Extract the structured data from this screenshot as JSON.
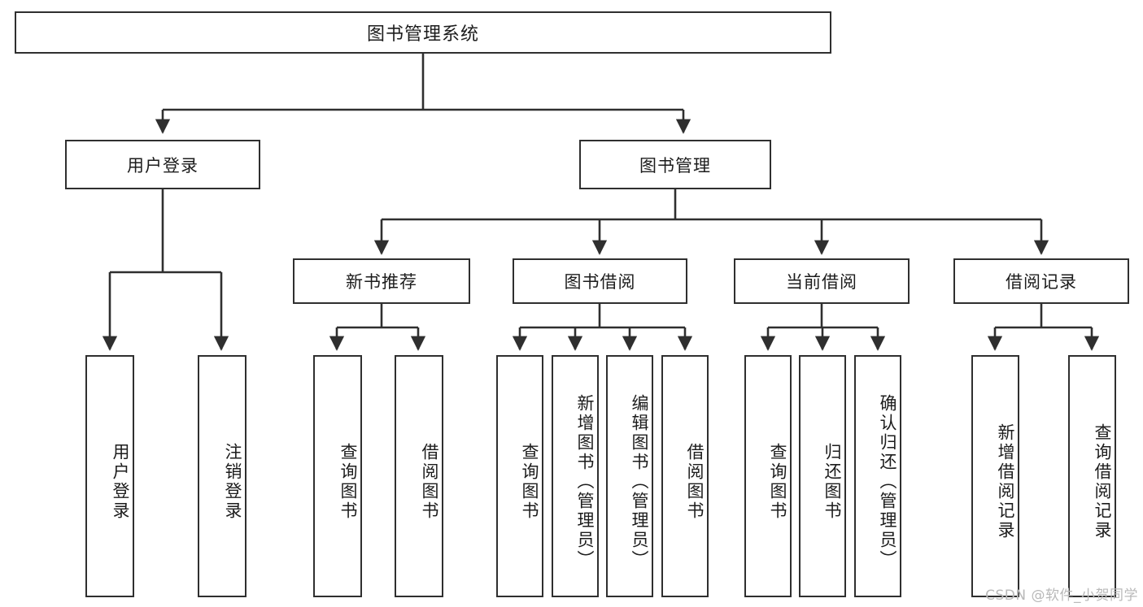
{
  "diagram": {
    "type": "hierarchy-tree",
    "title": "图书管理系统",
    "root": {
      "label": "图书管理系统"
    },
    "level2": [
      {
        "id": "user-login",
        "label": "用户登录"
      },
      {
        "id": "book-manage",
        "label": "图书管理"
      }
    ],
    "level3": [
      {
        "id": "new-book-recommend",
        "label": "新书推荐",
        "parent": "book-manage"
      },
      {
        "id": "book-borrow",
        "label": "图书借阅",
        "parent": "book-manage"
      },
      {
        "id": "current-borrow",
        "label": "当前借阅",
        "parent": "book-manage"
      },
      {
        "id": "borrow-record",
        "label": "借阅记录",
        "parent": "book-manage"
      }
    ],
    "leaves": [
      {
        "id": "leaf-user-login",
        "label": "用户登录",
        "parent": "user-login"
      },
      {
        "id": "leaf-logout-login",
        "label": "注销登录",
        "parent": "user-login"
      },
      {
        "id": "leaf-query-book-1",
        "label": "查询图书",
        "parent": "new-book-recommend"
      },
      {
        "id": "leaf-borrow-book-1",
        "label": "借阅图书",
        "parent": "new-book-recommend"
      },
      {
        "id": "leaf-query-book-2",
        "label": "查询图书",
        "parent": "book-borrow"
      },
      {
        "id": "leaf-add-book",
        "label": "新增图书（管理员）",
        "parent": "book-borrow"
      },
      {
        "id": "leaf-edit-book",
        "label": "编辑图书（管理员）",
        "parent": "book-borrow"
      },
      {
        "id": "leaf-borrow-book-2",
        "label": "借阅图书",
        "parent": "book-borrow"
      },
      {
        "id": "leaf-query-book-3",
        "label": "查询图书",
        "parent": "current-borrow"
      },
      {
        "id": "leaf-return-book",
        "label": "归还图书",
        "parent": "current-borrow"
      },
      {
        "id": "leaf-confirm-return",
        "label": "确认归还（管理员）",
        "parent": "current-borrow"
      },
      {
        "id": "leaf-add-record",
        "label": "新增借阅记录",
        "parent": "borrow-record"
      },
      {
        "id": "leaf-query-record",
        "label": "查询借阅记录",
        "parent": "borrow-record"
      }
    ],
    "colors": {
      "stroke": "#2f2f2f",
      "fill": "#ffffff",
      "text": "#1c1c1c",
      "watermark": "#b9b9b9"
    }
  },
  "watermark": {
    "text": "CSDN @软件_小贺同学"
  }
}
